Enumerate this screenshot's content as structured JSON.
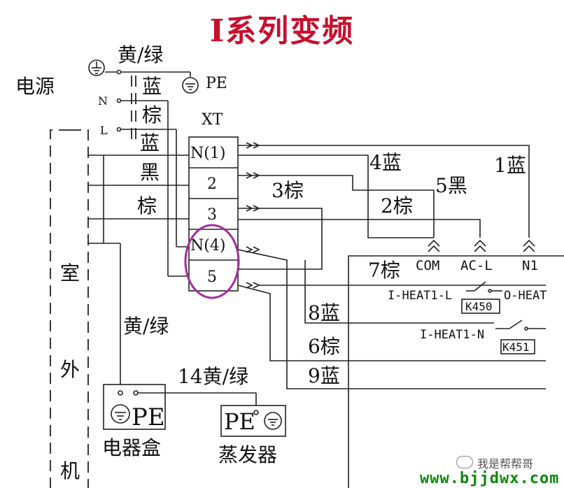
{
  "title": "I系列变频",
  "power": {
    "label": "电源",
    "n": "N",
    "l": "L",
    "pe": "PE"
  },
  "wire_colors": {
    "yellow_green": "黄/绿",
    "blue": "蓝",
    "brown": "棕",
    "black": "黑"
  },
  "terminal": {
    "name": "XT",
    "rows": [
      "N(1)",
      "2",
      "3",
      "N(4)",
      "5"
    ]
  },
  "outdoor_unit": {
    "chars": [
      "室",
      "外",
      "机"
    ]
  },
  "numbered_wires": {
    "w1": "1蓝",
    "w2": "2棕",
    "w3": "3棕",
    "w4": "4蓝",
    "w5": "5黑",
    "w6": "6棕",
    "w7": "7棕",
    "w8": "8蓝",
    "w9": "9蓝",
    "w14": "14黄/绿"
  },
  "connectors": {
    "com": "COM",
    "acl": "AC-L",
    "n1": "N1"
  },
  "relays": {
    "heat1_l": "I-HEAT1-L",
    "heat_out": "O-HEAT",
    "k450": "K450",
    "heat1_n": "I-HEAT1-N",
    "k451": "K451"
  },
  "boxes": {
    "pe": "PE",
    "electric_box": "电器盒",
    "evaporator": "蒸发器"
  },
  "watermark": {
    "text": "我是帮帮哥",
    "url": "www.bjjdwx.com"
  },
  "colors": {
    "title": "#c8102e",
    "highlight": "#a52aa0",
    "watermark_url": "#0a8a0a"
  }
}
